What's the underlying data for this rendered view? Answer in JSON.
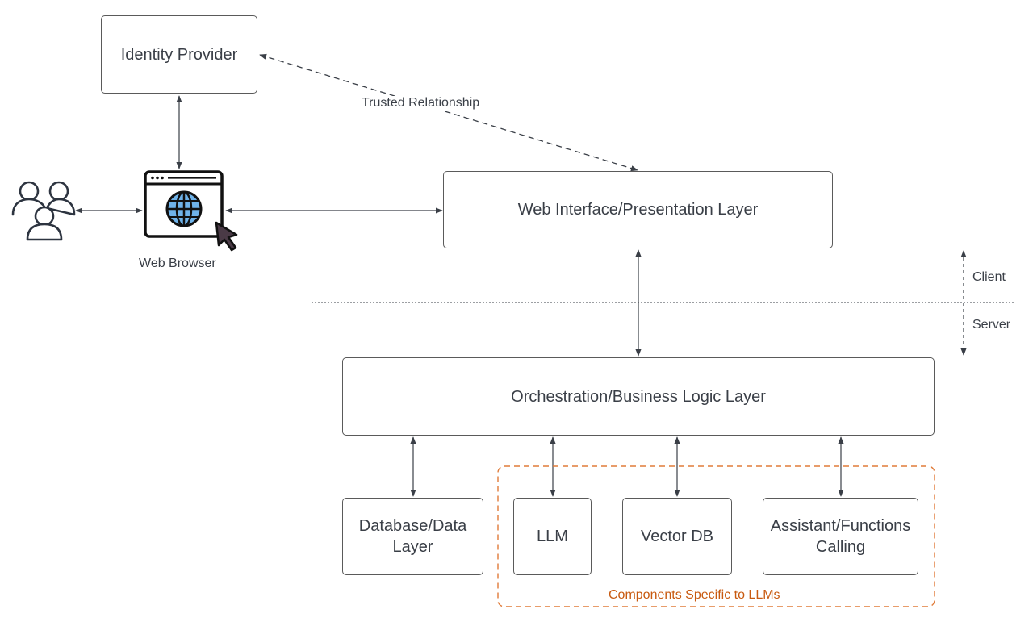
{
  "nodes": {
    "identity_provider": "Identity Provider",
    "web_interface": "Web Interface/Presentation Layer",
    "orchestration": "Orchestration/Business Logic Layer",
    "database": "Database/Data Layer",
    "llm": "LLM",
    "vector_db": "Vector DB",
    "assistant": "Assistant/Functions Calling"
  },
  "labels": {
    "trusted_relationship": "Trusted Relationship",
    "web_browser": "Web Browser",
    "client": "Client",
    "server": "Server",
    "llm_group": "Components Specific to LLMs"
  },
  "icons": {
    "users": "users-icon",
    "browser": "browser-globe-icon",
    "cursor": "cursor-icon"
  },
  "colors": {
    "box_border": "#5a5a5a",
    "text": "#3a3f47",
    "group_border": "#e07b39",
    "group_text": "#c85a10",
    "browser_accent": "#6fb3ea"
  }
}
